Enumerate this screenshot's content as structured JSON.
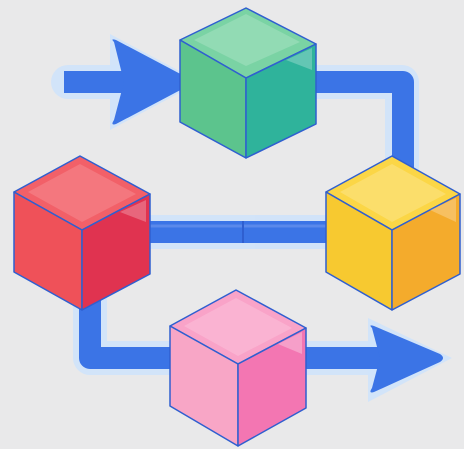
{
  "colors": {
    "background": "#e9e9ea",
    "connector": "#3b74e6",
    "connector_glow": "#cfe3fb",
    "outline": "#2f5fd0"
  },
  "diagram": {
    "kind": "process-flow-of-cubes",
    "nodes": [
      {
        "id": "green-cube",
        "color": "#4fc488",
        "order": 1
      },
      {
        "id": "yellow-cube",
        "color": "#f7c533",
        "order": 2
      },
      {
        "id": "red-cube",
        "color": "#ee4d59",
        "order": 3
      },
      {
        "id": "pink-cube",
        "color": "#f683b8",
        "order": 4
      }
    ],
    "edges": [
      {
        "from": "start",
        "to": "green-cube",
        "icon": "arrow-right-icon"
      },
      {
        "from": "green-cube",
        "to": "yellow-cube"
      },
      {
        "from": "yellow-cube",
        "to": "red-cube"
      },
      {
        "from": "red-cube",
        "to": "pink-cube"
      },
      {
        "from": "pink-cube",
        "to": "end",
        "icon": "arrow-right-icon"
      }
    ]
  }
}
